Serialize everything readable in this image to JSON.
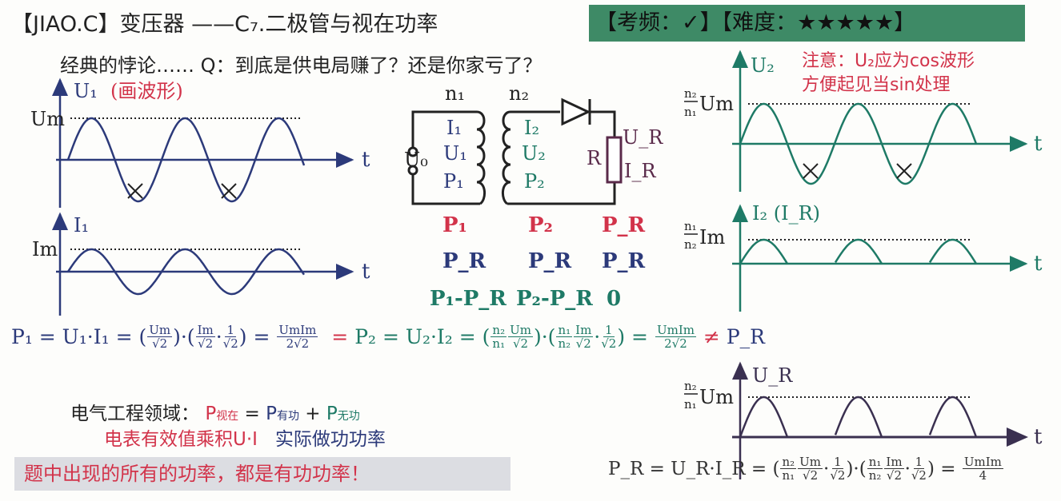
{
  "header": {
    "title": "【JIAO.C】变压器 ——C₇.二极管与视在功率",
    "badge": "【考频：✓】【难度：★★★★★】",
    "subtitle": "经典的悖论……   Q：到底是供电局赚了？还是你家亏了？",
    "note_line1": "注意：U₂应为cos波形",
    "note_line2": "方便起见当sin处理"
  },
  "graphs": {
    "u1": {
      "ylabel": "U₁",
      "hint": "(画波形)",
      "peak": "Um",
      "xlabel": "t"
    },
    "i1": {
      "ylabel": "I₁",
      "peak": "Im",
      "xlabel": "t"
    },
    "u2": {
      "ylabel": "U₂",
      "peak_num": "n₂",
      "peak_den": "n₁",
      "peak": "Um",
      "xlabel": "t"
    },
    "i2": {
      "ylabel": "I₂ (I_R)",
      "peak_num": "n₁",
      "peak_den": "n₂",
      "peak": "Im",
      "xlabel": "t"
    },
    "ur": {
      "ylabel": "U_R",
      "peak_num": "n₂",
      "peak_den": "n₁",
      "peak": "Um",
      "xlabel": "t"
    }
  },
  "circuit": {
    "n1": "n₁",
    "n2": "n₂",
    "u0": "U₀",
    "i1": "I₁",
    "u1": "U₁",
    "p1": "P₁",
    "i2": "I₂",
    "u2": "U₂",
    "p2": "P₂",
    "r": "R",
    "ur": "U_R",
    "ir": "I_R",
    "table": [
      [
        "P₁",
        "P₂",
        "P_R"
      ],
      [
        "P_R",
        "P_R",
        "P_R"
      ],
      [
        "P₁-P_R",
        "P₂-P_R",
        "0"
      ]
    ]
  },
  "formulas": {
    "main": [
      {
        "t": "P₁ = U₁·I₁ = (",
        "c": "blue"
      },
      {
        "n": "Um",
        "d": "√2",
        "c": "blue"
      },
      {
        "t": ")·(",
        "c": "blue"
      },
      {
        "n": "Im",
        "d": "√2",
        "c": "blue"
      },
      {
        "t": "·",
        "c": "blue"
      },
      {
        "n": "1",
        "d": "√2",
        "c": "blue"
      },
      {
        "t": ") = ",
        "c": "blue"
      },
      {
        "n": "UmIm",
        "d": "2√2",
        "c": "blue"
      },
      {
        "t": "  = ",
        "c": "red"
      },
      {
        "t": "P₂ = U₂·I₂ = (",
        "c": "teal"
      },
      {
        "n": "n₂",
        "d": "n₁",
        "c": "teal"
      },
      {
        "n": "Um",
        "d": "√2",
        "c": "teal"
      },
      {
        "t": ")·(",
        "c": "teal"
      },
      {
        "n": "n₁",
        "d": "n₂",
        "c": "teal"
      },
      {
        "n": "Im",
        "d": "√2",
        "c": "teal"
      },
      {
        "t": "·",
        "c": "teal"
      },
      {
        "n": "1",
        "d": "√2",
        "c": "teal"
      },
      {
        "t": ") = ",
        "c": "teal"
      },
      {
        "n": "UmIm",
        "d": "2√2",
        "c": "teal"
      },
      {
        "t": " ≠ ",
        "c": "red"
      },
      {
        "t": "P_R",
        "c": "blue"
      }
    ],
    "pr": [
      {
        "t": "P_R = U_R·I_R = (",
        "c": "dark"
      },
      {
        "n": "n₂",
        "d": "n₁",
        "c": "dark"
      },
      {
        "n": "Um",
        "d": "√2",
        "c": "dark"
      },
      {
        "t": "·",
        "c": "dark"
      },
      {
        "n": "1",
        "d": "√2",
        "c": "dark"
      },
      {
        "t": ")·(",
        "c": "dark"
      },
      {
        "n": "n₁",
        "d": "n₂",
        "c": "dark"
      },
      {
        "n": "Im",
        "d": "√2",
        "c": "dark"
      },
      {
        "t": "·",
        "c": "dark"
      },
      {
        "n": "1",
        "d": "√2",
        "c": "dark"
      },
      {
        "t": ") = ",
        "c": "dark"
      },
      {
        "n": "UmIm",
        "d": "4",
        "c": "dark"
      }
    ]
  },
  "field": {
    "label": "电气工程领域：",
    "p": "P",
    "apparent": "视在",
    "eq": " = ",
    "active": "有功",
    "plus": " + ",
    "reactive": "无功",
    "desc_red": "电表有效值乘积U·I",
    "desc_blue": "实际做功功率"
  },
  "warning": "题中出现的所有的功率，都是有功功率！",
  "colors": {
    "blue": "#2c3a7a",
    "teal": "#1e7a66",
    "red": "#d2334a",
    "resistor": "#5a2a4a",
    "badge": "#3e8a66"
  }
}
